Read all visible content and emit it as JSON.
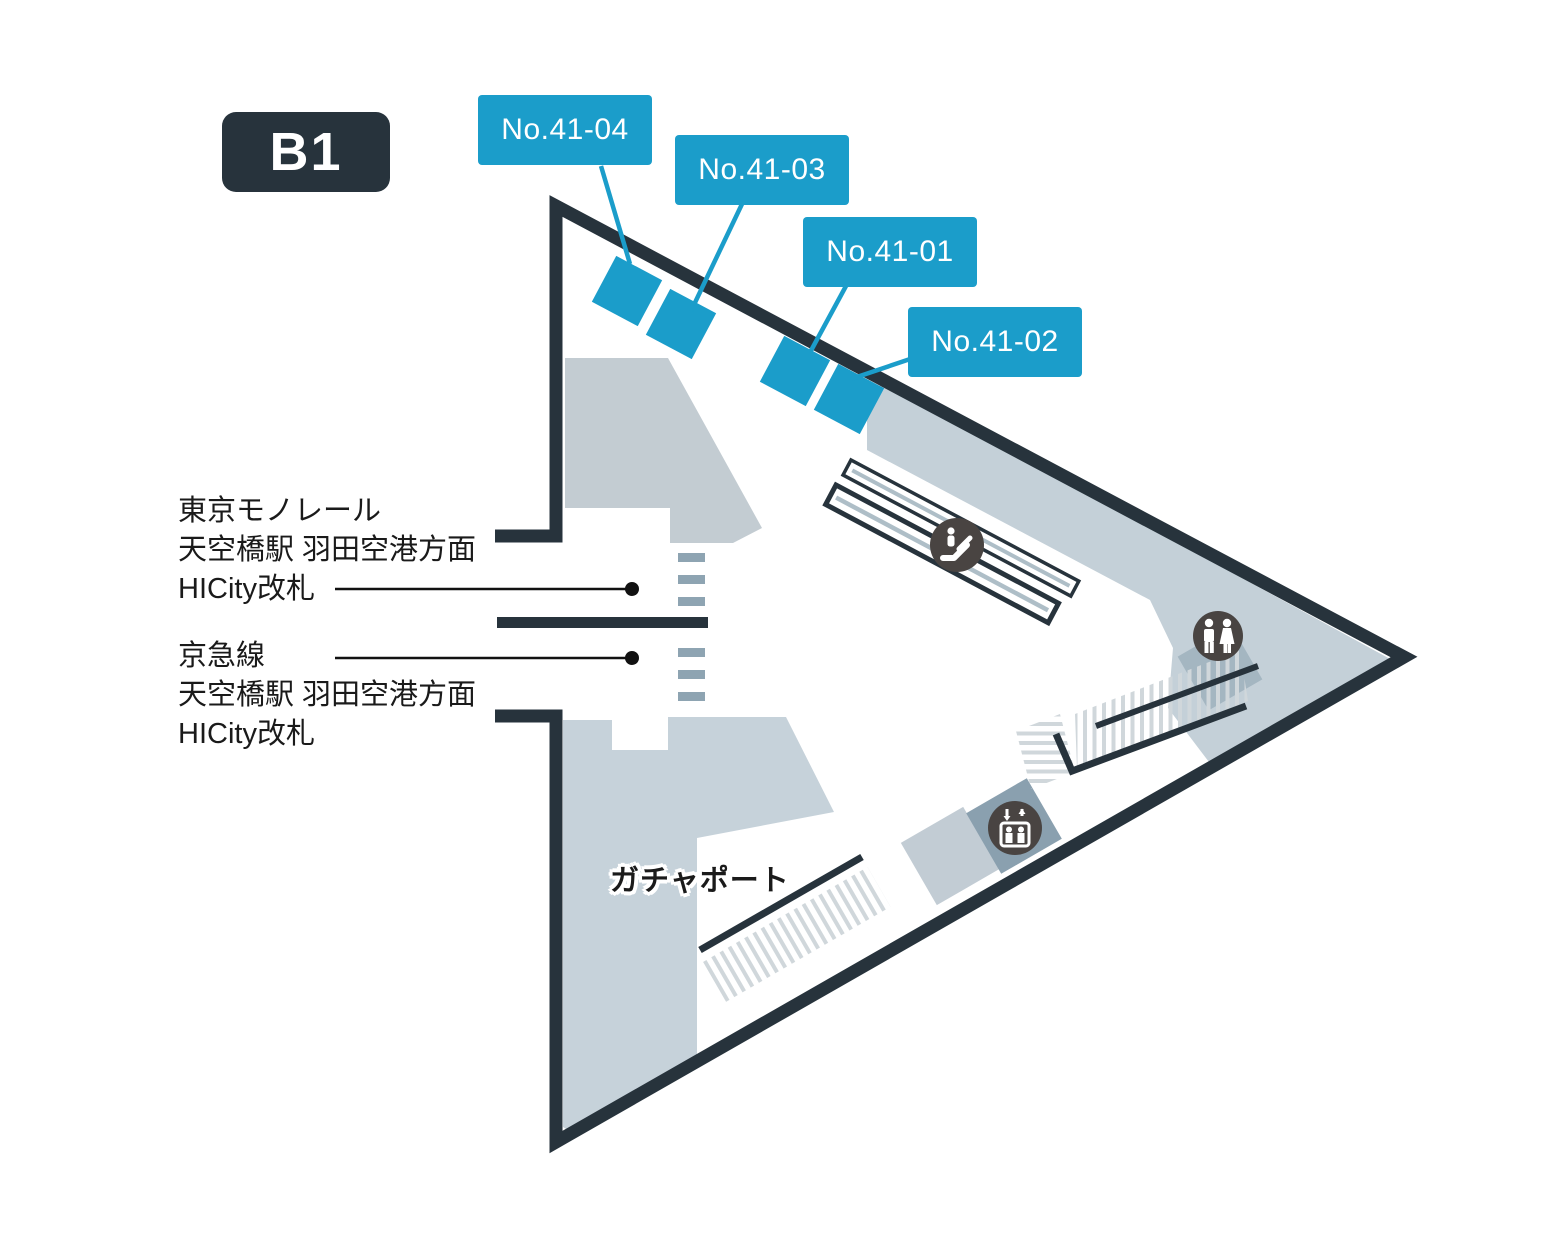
{
  "floor": {
    "label": "B1"
  },
  "location_labels": [
    {
      "id": "no-41-04",
      "text": "No.41-04"
    },
    {
      "id": "no-41-03",
      "text": "No.41-03"
    },
    {
      "id": "no-41-01",
      "text": "No.41-01"
    },
    {
      "id": "no-41-02",
      "text": "No.41-02"
    }
  ],
  "gate_annotations": [
    {
      "lines": [
        "東京モノレール",
        "天空橋駅 羽田空港方面",
        "HICity改札"
      ]
    },
    {
      "lines": [
        "京急線",
        "天空橋駅 羽田空港方面",
        "HICity改札"
      ]
    }
  ],
  "area_labels": {
    "gacha_port": "ガチャポート"
  },
  "icons": {
    "escalator": "escalator-icon",
    "restroom": "restroom-icon",
    "elevator": "elevator-icon"
  },
  "colors": {
    "accent": "#1b9dca",
    "wall": "#27333c",
    "icon": "#494442",
    "gray1": "#c3ccd2",
    "gray2": "#c4d0d8",
    "gray3": "#c6d2da",
    "dash": "#8ea4b2",
    "sqElevator": "#8aa0af",
    "sqLanding": "#c2ccd4",
    "sqRestroom": "#a4b6c1",
    "hatch": "#d0d7db",
    "escStripe": "#aebec7",
    "leader": "#111111",
    "text": "#1a1a1a"
  }
}
